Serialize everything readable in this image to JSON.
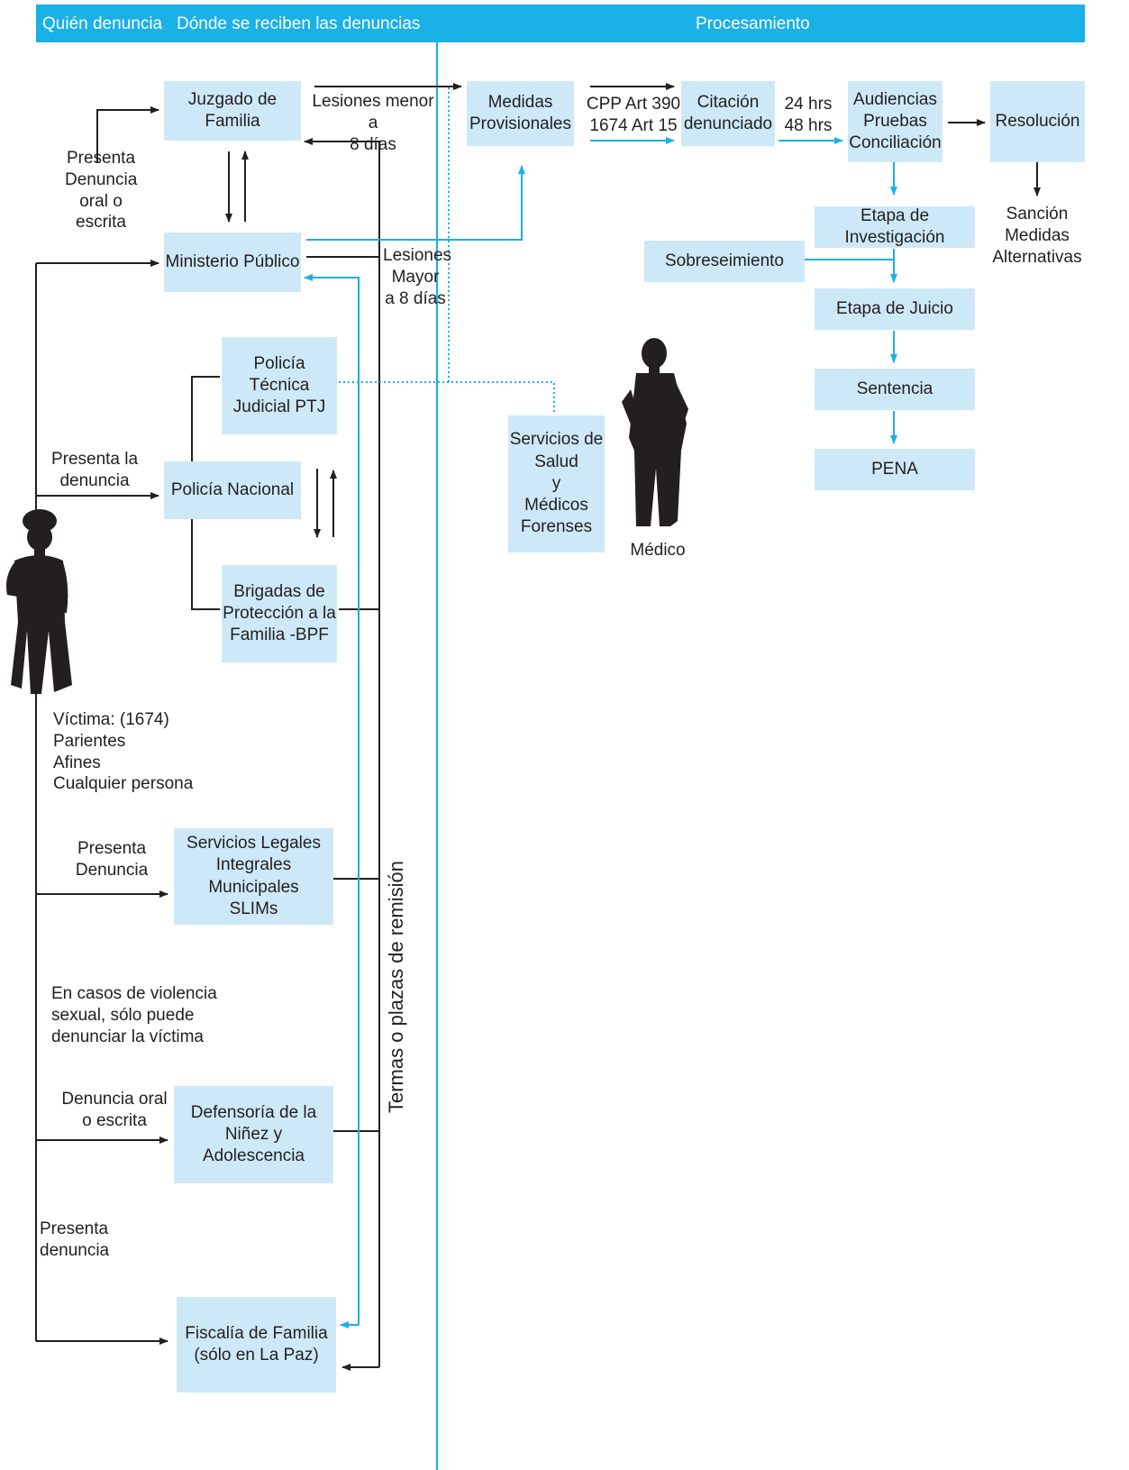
{
  "colors": {
    "header": "#1ab0e8",
    "box": "#cde9f7",
    "blue_line": "#1ab0e8",
    "black_line": "#231f20"
  },
  "header": {
    "col1": "Quién denuncia",
    "col2": "Dónde se reciben las denuncias",
    "col3": "Procesamiento"
  },
  "boxes": {
    "juzgado": "Juzgado de Familia",
    "ministerio": "Ministerio Público",
    "ptj": "Policía Técnica\nJudicial PTJ",
    "policia_nacional": "Policía Nacional",
    "bpf": "Brigadas de\nProtección a la\nFamilia -BPF",
    "slims": "Servicios Legales\nIntegrales Municipales\nSLIMs",
    "defensoria": "Defensoría de la\nNiñez y\nAdolescencia",
    "fiscalia": "Fiscalía de Familia\n(sólo en  La Paz)",
    "medidas": "Medidas\nProvisionales",
    "salud": "Servicios de\nSalud\ny\nMédicos\nForenses",
    "citacion": "Citación\ndenunciado",
    "audiencias": "Audiencias\nPruebas\nConciliación",
    "resolucion": "Resolución",
    "investigacion": "Etapa de Investigación",
    "sobreseimiento": "Sobreseimiento",
    "juicio": "Etapa de Juicio",
    "sentencia": "Sentencia",
    "pena": "PENA"
  },
  "labels": {
    "presenta_oral": "Presenta\nDenuncia\noral o\nescrita",
    "lesiones_menor": "Lesiones  menor a\n8 días",
    "lesiones_mayor": "Lesiones\nMayor\na 8 días",
    "presenta_la": "Presenta la\ndenuncia",
    "victima": "Víctima: (1674)\nParientes\nAfines\nCualquier persona",
    "presenta_denuncia": "Presenta\nDenuncia",
    "violencia": "En casos de violencia\nsexual, sólo puede\ndenunciar la víctima",
    "denuncia_oral": "Denuncia oral\no escrita",
    "presenta_denuncia2": "Presenta\ndenuncia",
    "cpp": "CPP Art 390\n1674  Art 15",
    "hrs": "24 hrs\n48 hrs",
    "sancion": "Sanción\nMedidas\nAlternativas",
    "medico": "Médico",
    "remision": "Termas o plazas de remisión"
  }
}
